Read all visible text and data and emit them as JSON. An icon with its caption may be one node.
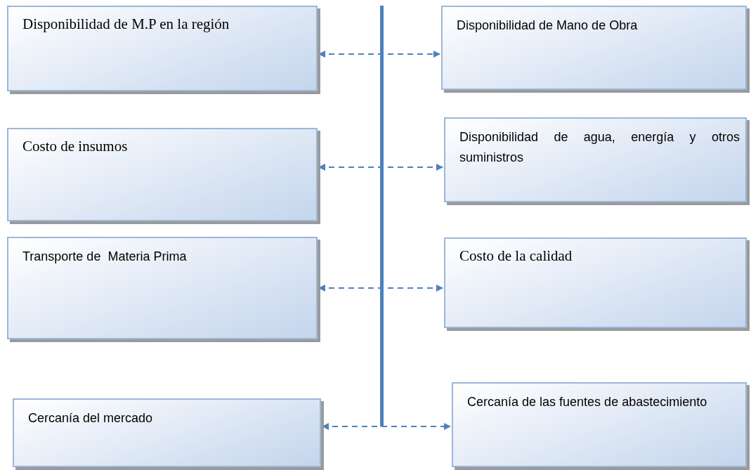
{
  "diagram": {
    "nodes": [
      {
        "text": [
          "Disponibilidad de M.P en la región"
        ]
      },
      {
        "text": [
          "Disponibilidad de Mano de Obra"
        ]
      },
      {
        "text": [
          "Costo de insumos"
        ]
      },
      {
        "text": [
          "Disponibilidad de agua, energía y otros suministros"
        ]
      },
      {
        "text": [
          "Transporte de  Materia Prima"
        ]
      },
      {
        "text": [
          "Costo de la calidad"
        ]
      },
      {
        "text": [
          "Cercanía del mercado"
        ]
      },
      {
        "text": [
          "Cercanía de las fuentes de abastecimiento"
        ]
      }
    ],
    "edges": [
      {
        "from": 0,
        "to": 1,
        "arrow": "both",
        "style": "dashed"
      },
      {
        "from": 2,
        "to": 3,
        "arrow": "both",
        "style": "dashed"
      },
      {
        "from": 4,
        "to": 5,
        "arrow": "both",
        "style": "dashed"
      },
      {
        "from": 6,
        "to": 7,
        "arrow": "both",
        "style": "dashed"
      }
    ]
  }
}
